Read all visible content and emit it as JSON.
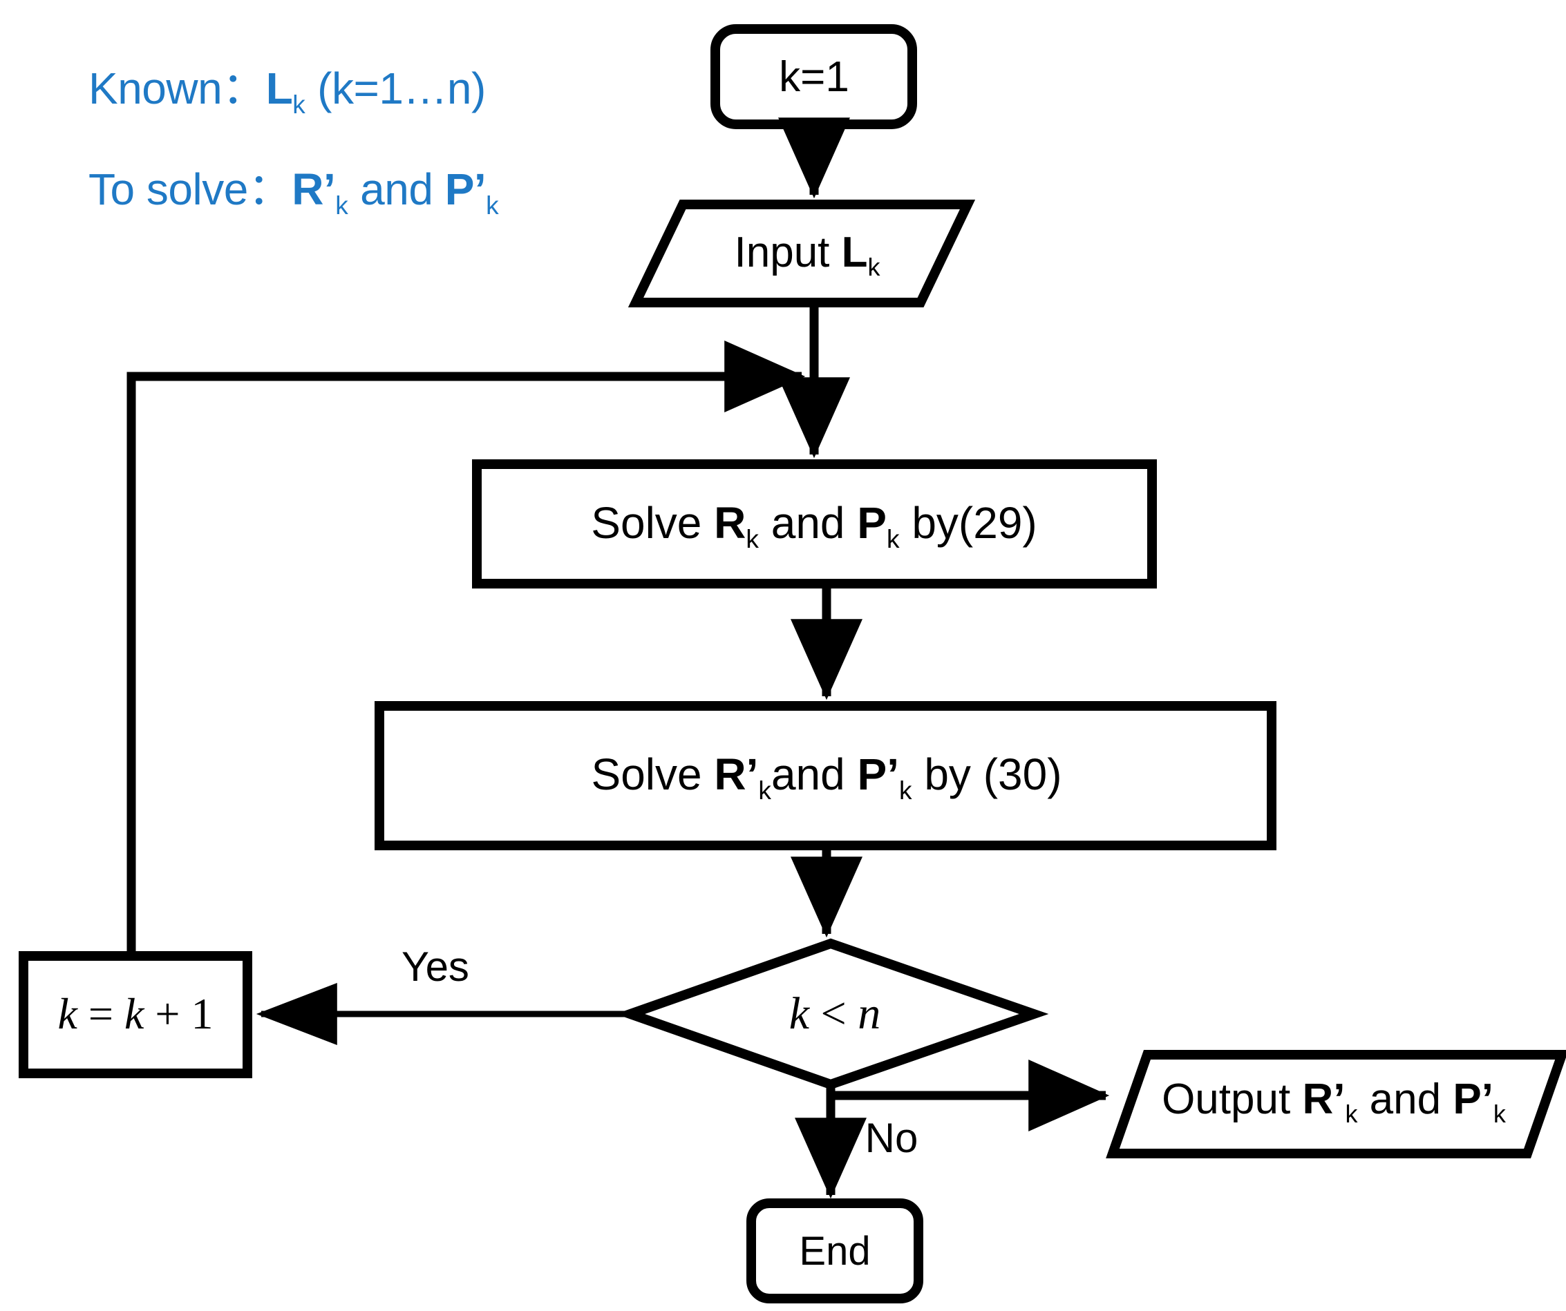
{
  "diagram": {
    "title": "Algorithm flowchart for solving R'k and P'k",
    "background_color": "#ffffff",
    "stroke_color": "#000000",
    "annotation_color": "#1F79C5"
  },
  "legend": {
    "known": {
      "label": "Known：",
      "symbol": "L",
      "subscript": "k",
      "range": " (k=1…n)"
    },
    "to_solve": {
      "label": "To solve：",
      "symbol_1": "R’",
      "subscript_1": "k",
      "conjunction": " and ",
      "symbol_2": "P’",
      "subscript_2": "k"
    }
  },
  "nodes": {
    "start": {
      "shape": "rounded-rectangle",
      "text": "k=1"
    },
    "input": {
      "shape": "parallelogram",
      "prefix": "Input ",
      "symbol": "L",
      "subscript": "k"
    },
    "process_29": {
      "shape": "rectangle",
      "prefix": "Solve ",
      "symbol_1": "R",
      "subscript_1": "k",
      "conjunction": " and ",
      "symbol_2": "P",
      "subscript_2": "k",
      "suffix": " by(29)"
    },
    "process_30": {
      "shape": "rectangle",
      "prefix": "Solve ",
      "symbol_1": "R’",
      "subscript_1": "k",
      "conjunction": "and ",
      "symbol_2": "P’",
      "subscript_2": "k",
      "suffix": "  by (30)"
    },
    "decision": {
      "shape": "diamond",
      "lhs": "k",
      "operator": " < ",
      "rhs": "n"
    },
    "increment": {
      "shape": "rectangle",
      "lhs": "k",
      "equals": " = ",
      "rhs": "k",
      "plus": " + ",
      "one": "1"
    },
    "output": {
      "shape": "parallelogram",
      "prefix": "Output ",
      "symbol_1": "R’",
      "subscript_1": "k",
      "conjunction": " and ",
      "symbol_2": "P’",
      "subscript_2": "k"
    },
    "end": {
      "shape": "rounded-rectangle",
      "text": "End"
    }
  },
  "edge_labels": {
    "yes": "Yes",
    "no": "No"
  }
}
